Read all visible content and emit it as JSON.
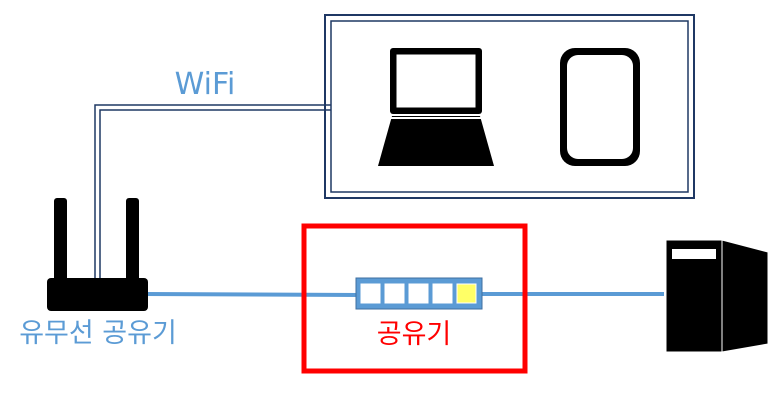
{
  "labels": {
    "wifi": "WiFi",
    "wireless_router": "유무선 공유기",
    "hub": "공유기"
  },
  "colors": {
    "cable": "#5b9bd5",
    "wifi_text": "#5b9bd5",
    "router_label": "#5b9bd5",
    "highlight_box": "#ff0000",
    "hub_label": "#ff0000",
    "device_frame": "#1f3864",
    "hub_body": "#5b9bd5",
    "hub_port_fill": "#ffffff",
    "hub_active_port": "#ffff66",
    "device_fill": "#000000"
  },
  "icons": {
    "router": "router-icon",
    "laptop": "laptop-icon",
    "tablet": "tablet-icon",
    "hub": "network-hub-icon",
    "pc": "desktop-tower-icon"
  },
  "hub_ports": {
    "count": 5,
    "active_index": 4
  }
}
